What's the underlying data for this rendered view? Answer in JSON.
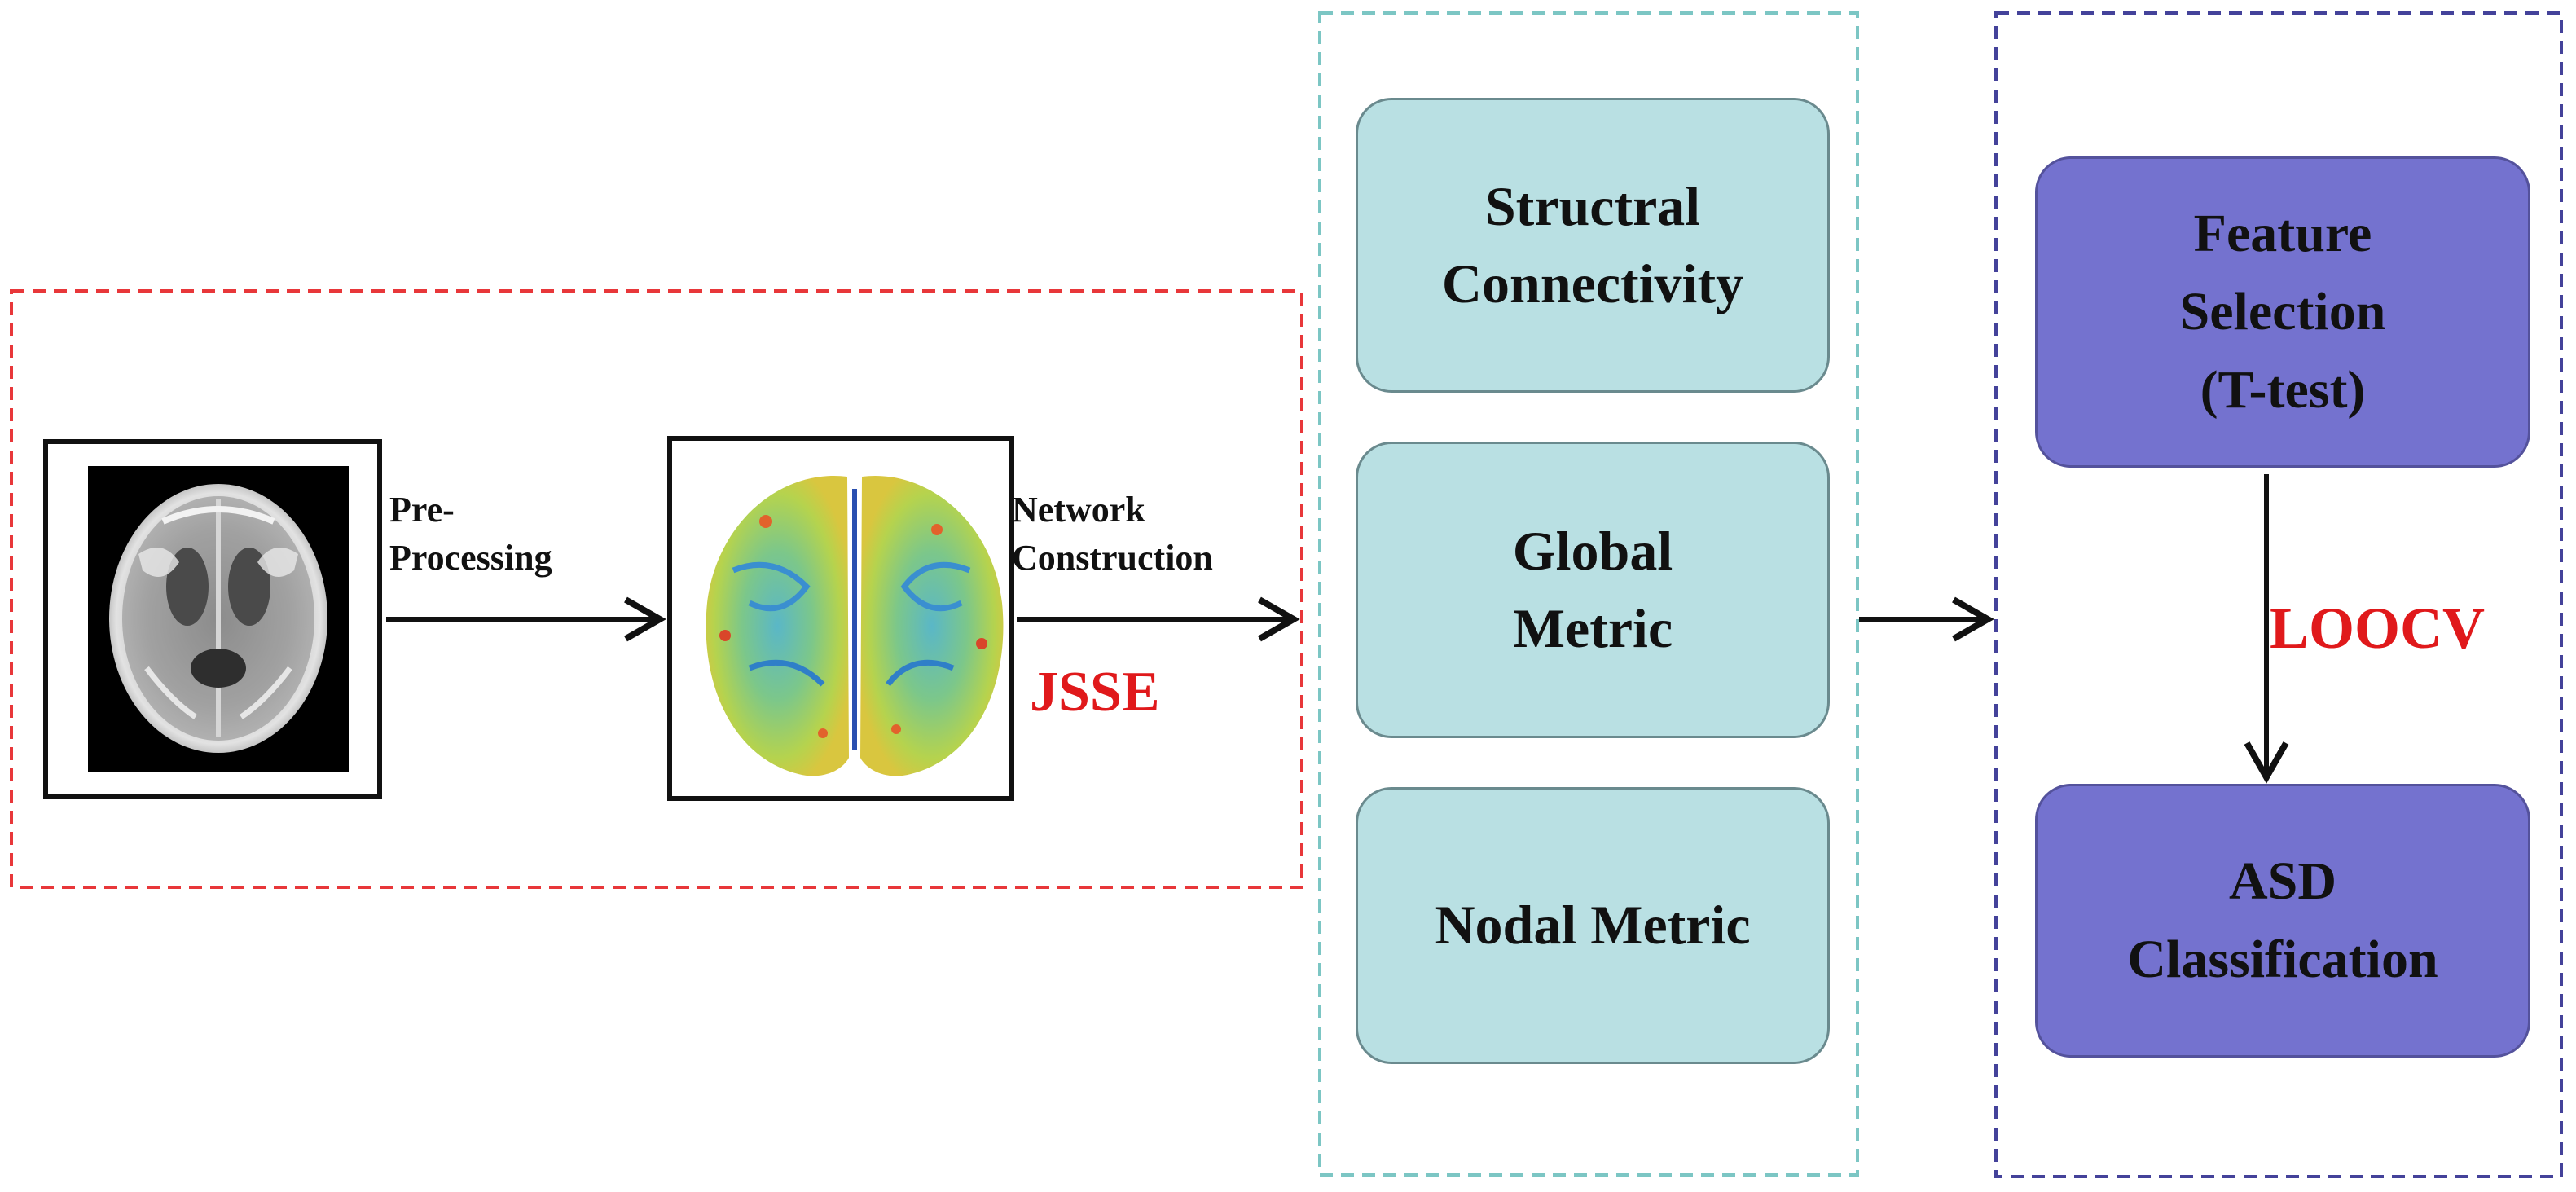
{
  "pipeline": {
    "preprocessing_label_line1": "Pre-",
    "preprocessing_label_line2": "Processing",
    "network_label_line1": "Network",
    "network_label_line2": "Construction",
    "jsse_label": "JSSE"
  },
  "metrics": {
    "structural_line1": "Structral",
    "structural_line2": "Connectivity",
    "global_line1": "Global",
    "global_line2": "Metric",
    "nodal": "Nodal Metric"
  },
  "classification": {
    "feature_line1": "Feature",
    "feature_line2": "Selection",
    "feature_line3": "(T-test)",
    "loocv_label": "LOOCV",
    "asd_line1": "ASD",
    "asd_line2": "Classification"
  },
  "colors": {
    "red_dashed_border": "#e8373a",
    "teal_dashed_border": "#7cc6c4",
    "purple_dashed_border": "#44429a",
    "metric_box_fill": "#b9e0e3",
    "ml_box_fill": "#7472cf",
    "red_text": "#e0191b"
  },
  "icons": {
    "mri_slice": "brain-mri-slice-icon",
    "brain_map": "brain-surface-map-icon"
  }
}
